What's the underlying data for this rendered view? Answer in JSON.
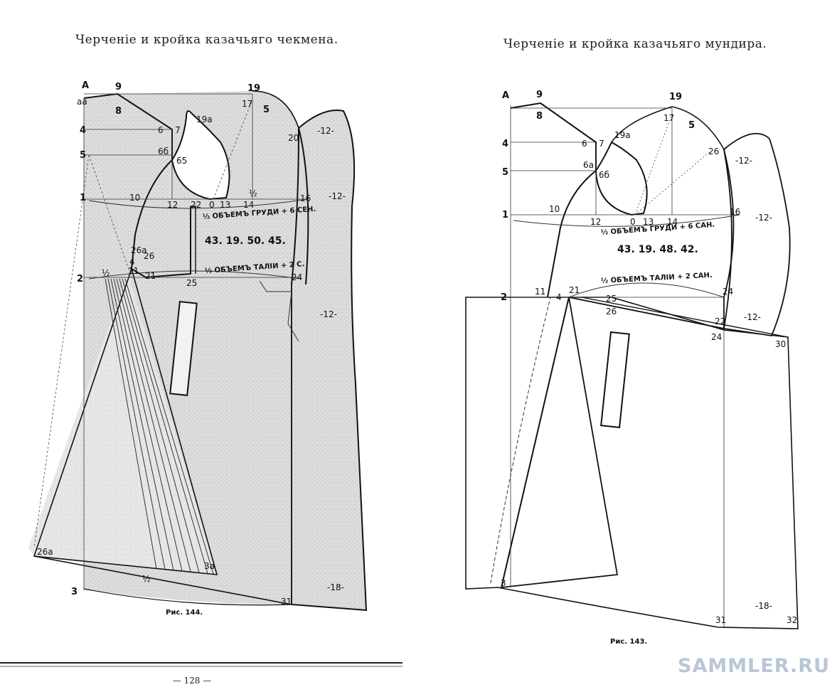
{
  "left_figure": {
    "title": "Черченіе и кройка казачьяго чекмена.",
    "caption": "Рис. 144.",
    "chest_note": "½ ОБЪЕМЪ ГРУДИ + 6 СЕН.",
    "waist_note": "½ ОБЪЕМЪ ТАЛІИ + 2 С.",
    "measurements": "43. 19. 50. 45.",
    "labels": [
      "A",
      "aa",
      "9",
      "8",
      "19",
      "17",
      "5",
      "19a",
      "20",
      "-12-",
      "4",
      "6",
      "7",
      "5",
      "6б",
      "65",
      "1",
      "10",
      "12",
      "22",
      "0",
      "13",
      "14",
      "½",
      "16",
      "-12-",
      "26a",
      "26",
      "4",
      "11",
      "21",
      "½",
      "2",
      "25",
      "24",
      "-12-",
      "26a",
      "½",
      "3a",
      "3",
      "31",
      "-18-"
    ]
  },
  "right_figure": {
    "title": "Черченіе и кройка казачьяго мундира.",
    "caption": "Рис. 143.",
    "chest_note": "½ ОБЪЕМЪ ГРУДИ + 6 САН.",
    "waist_note": "½ ОБЪЕМЪ ТАЛІИ + 2 САН.",
    "measurements": "43. 19. 48. 42.",
    "labels": [
      "A",
      "9",
      "8",
      "19",
      "17",
      "5",
      "4",
      "6",
      "7",
      "19a",
      "26",
      "-12-",
      "5",
      "6a",
      "6б",
      "1",
      "10",
      "12",
      "0",
      "13",
      "14",
      "16",
      "-12-",
      "2",
      "11",
      "4",
      "21",
      "25",
      "26",
      "24",
      "22",
      "-12-",
      "24",
      "30",
      "3",
      "31",
      "-18-",
      "32"
    ]
  },
  "page_number": "— 128 —",
  "watermark": "SAMMLER.RU"
}
